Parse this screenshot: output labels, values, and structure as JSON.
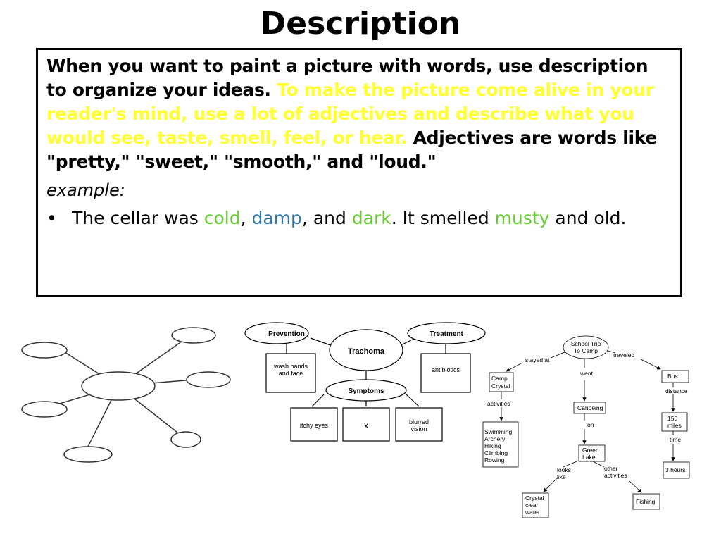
{
  "title": "Description",
  "paragraph": {
    "part1": "When you want to paint a picture with words, use description to organize your ideas.",
    "part2_highlight": "To make the picture come alive in your reader's mind, use a lot of adjectives and describe what you would see, taste, smell, feel, or hear.",
    "part3": "Adjectives are words like \"pretty,\" \"sweet,\" \"smooth,\" and \"loud.\""
  },
  "example_label": "example:",
  "example_sentence": {
    "s1": "The cellar was ",
    "w_cold": "cold",
    "s2": ", ",
    "w_damp": "damp",
    "s3": ", and ",
    "w_dark": "dark",
    "s4": ". It smelled ",
    "w_musty": "musty",
    "s5": " and old."
  },
  "colors": {
    "highlight": "#ffff33",
    "green": "#66cc33",
    "blue": "#3377aa"
  },
  "trachoma_diagram": {
    "center": "Trachoma",
    "prevention": "Prevention",
    "treatment": "Treatment",
    "symptoms": "Symptoms",
    "prevention_box": [
      "wash hands",
      "and face"
    ],
    "treatment_box": "antibiotics",
    "symptom_boxes": {
      "itchy": "itchy eyes",
      "x": "x",
      "blurred": [
        "blurred",
        "vision"
      ]
    }
  },
  "camp_map": {
    "root": [
      "School Trip",
      "To Camp"
    ],
    "edge_stayed": "stayed at",
    "edge_went": "went",
    "edge_traveled": "traveled",
    "camp": [
      "Camp",
      "Crystal"
    ],
    "activities_label": "activities",
    "activities_list": [
      "Swimming",
      "Archery",
      "Hiking",
      "Climbing",
      "Rowing"
    ],
    "canoeing": "Canoeing",
    "on_label": "on",
    "green_lake": [
      "Green",
      "Lake"
    ],
    "looks_like": [
      "looks",
      "like"
    ],
    "other_activities": [
      "other",
      "activities"
    ],
    "crystal_clear": [
      "Crystal",
      "clear",
      "water"
    ],
    "fishing": "Fishing",
    "bus": "Bus",
    "distance_label": "distance",
    "miles": [
      "150",
      "miles"
    ],
    "time_label": "time",
    "hours": "3 hours"
  }
}
